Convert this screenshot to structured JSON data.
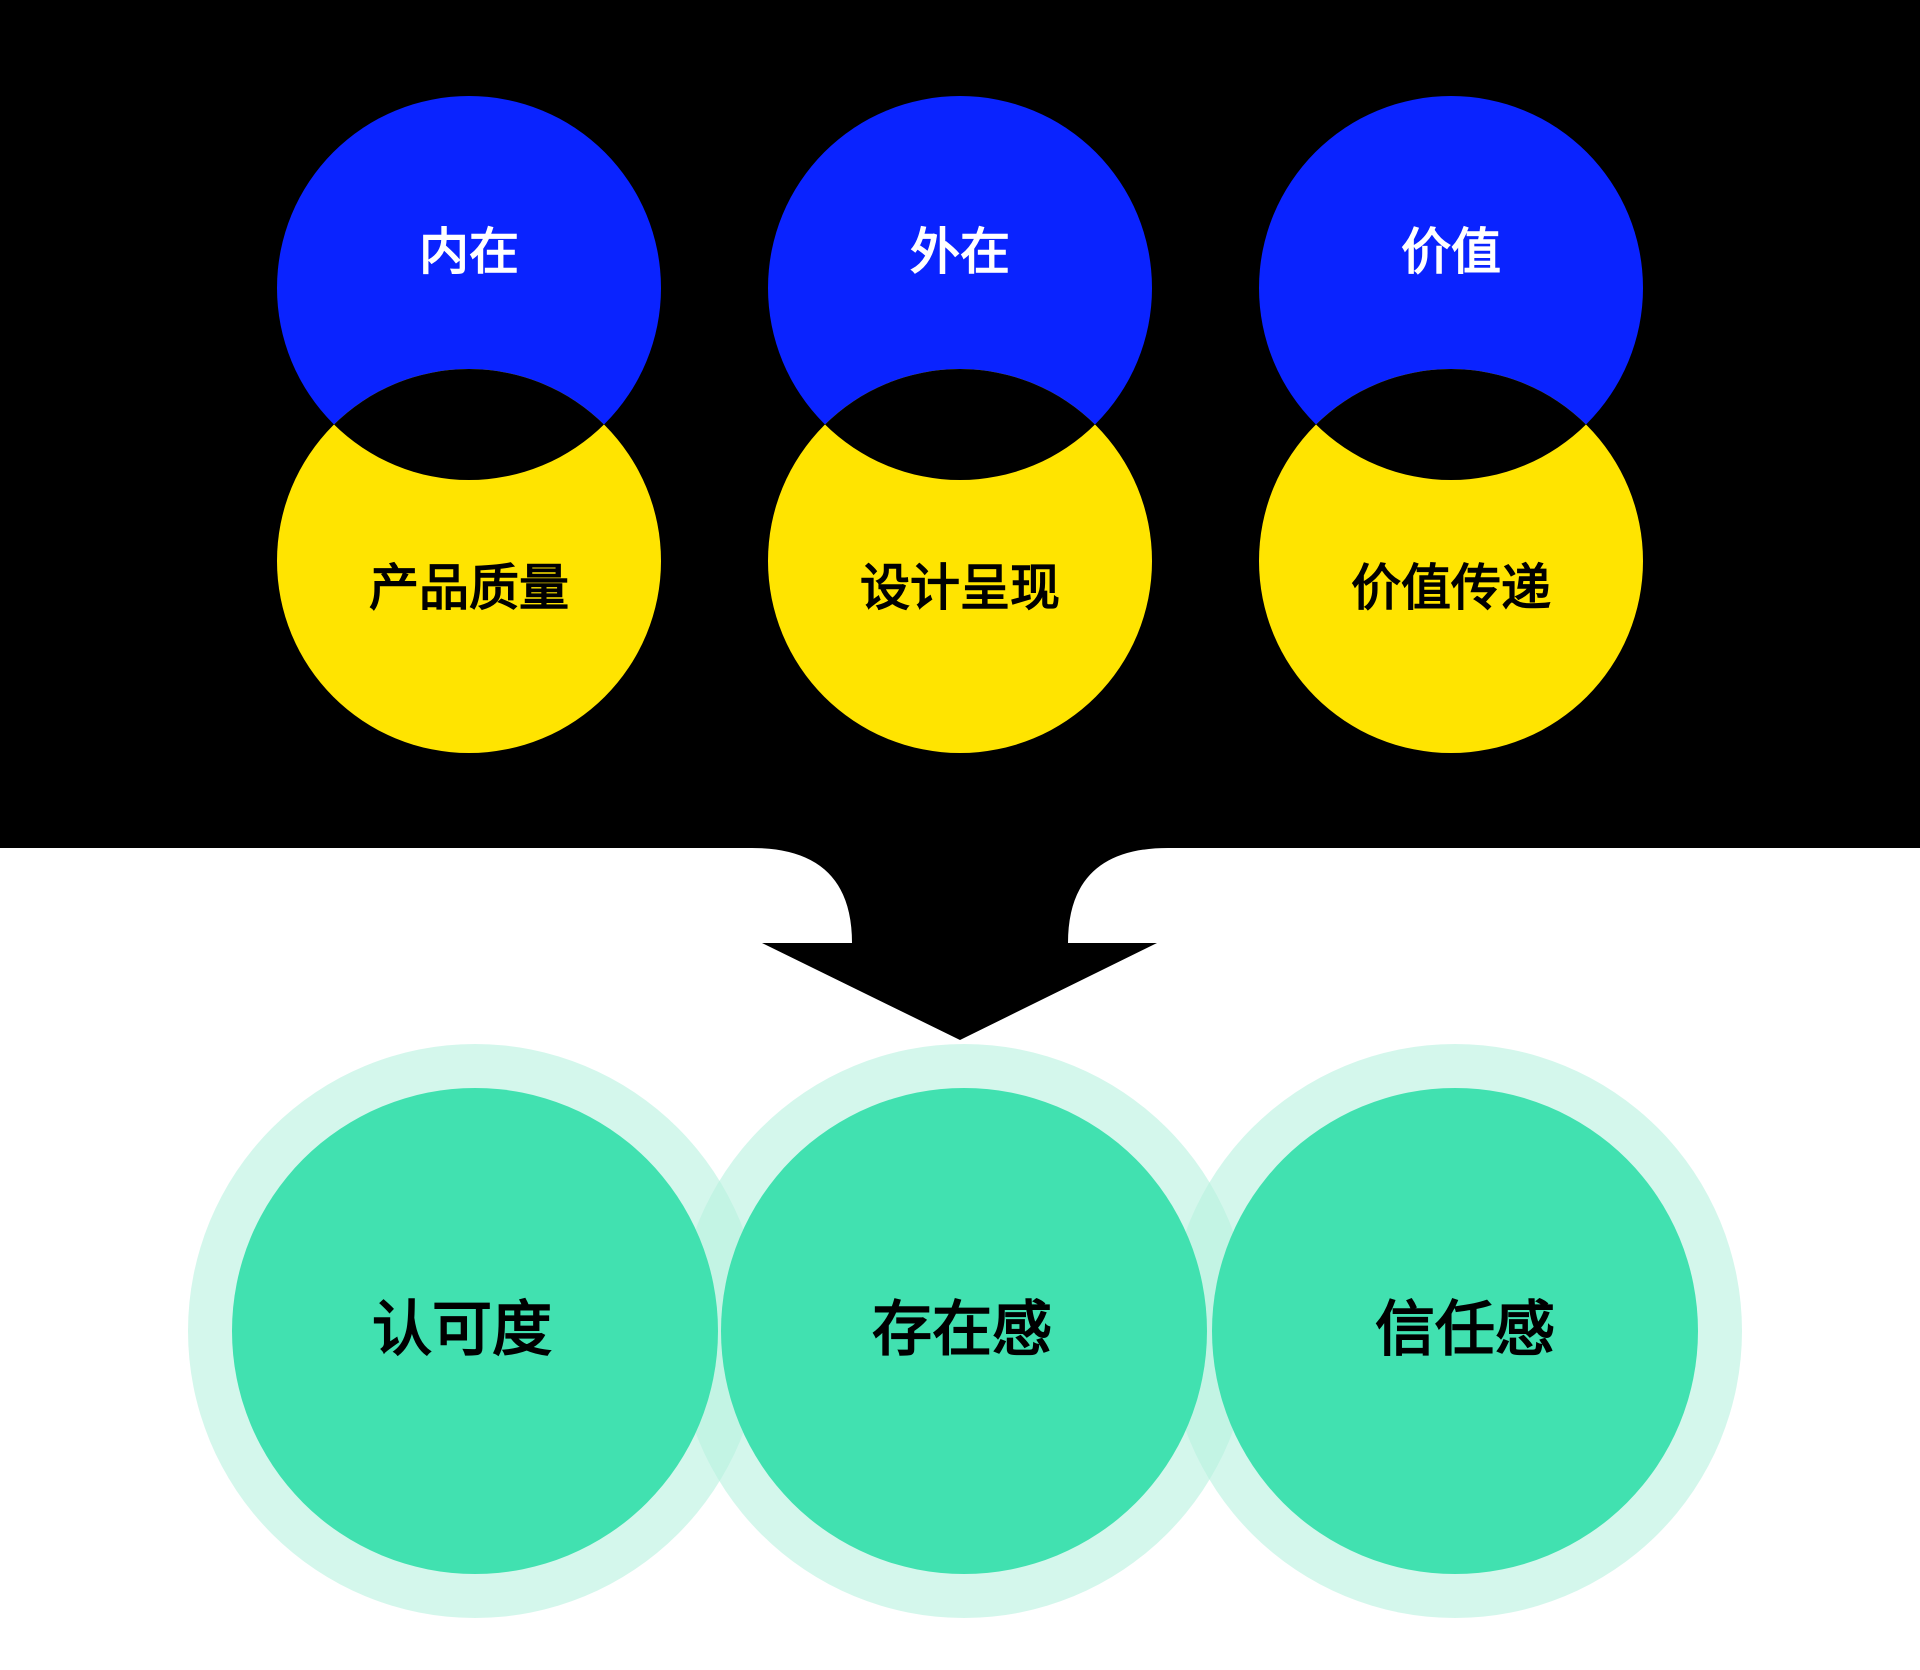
{
  "colors": {
    "blue": "#0a23ff",
    "yellow": "#ffe400",
    "green": "#41e1b0",
    "green_light": "#c9f5e6",
    "black": "#000000"
  },
  "top_pairs": [
    {
      "upper": "内在",
      "lower": "产品质量"
    },
    {
      "upper": "外在",
      "lower": "设计呈现"
    },
    {
      "upper": "价值",
      "lower": "价值传递"
    }
  ],
  "results": [
    "认可度",
    "存在感",
    "信任感"
  ]
}
